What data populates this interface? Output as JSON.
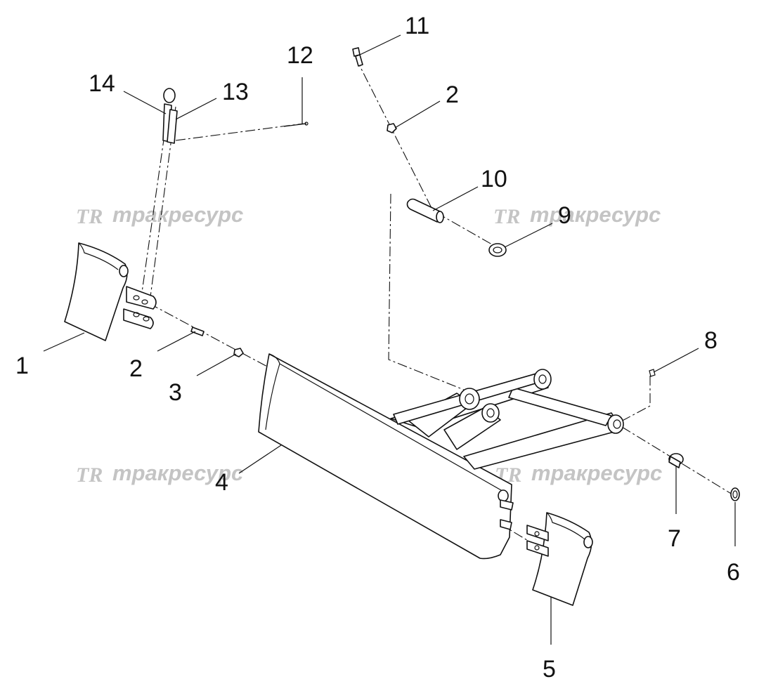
{
  "watermark": {
    "logo": "TR",
    "text": "тракресурс"
  },
  "callouts": [
    "1",
    "2",
    "2",
    "3",
    "4",
    "5",
    "6",
    "7",
    "8",
    "9",
    "10",
    "11",
    "12",
    "13",
    "14"
  ],
  "colors": {
    "line": "#111111",
    "watermark": "#c4c4c4",
    "background": "#ffffff"
  }
}
